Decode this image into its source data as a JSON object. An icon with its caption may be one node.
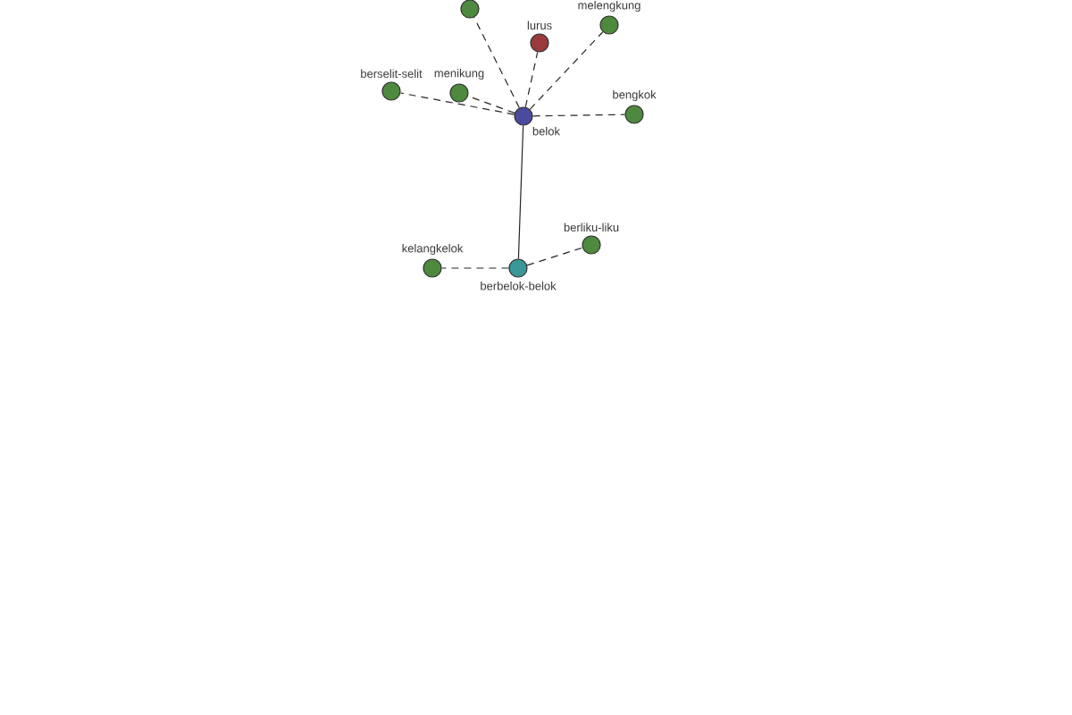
{
  "diagram": {
    "nodes": [
      {
        "text": [
          "belok"
        ]
      },
      {
        "text": [
          "lurus"
        ]
      },
      {
        "text": [
          "melengkung"
        ]
      },
      {
        "text": [],
        "shape": "circle"
      },
      {
        "text": [
          "berselit-selit"
        ]
      },
      {
        "text": [
          "menikung"
        ]
      },
      {
        "text": [
          "bengkok"
        ]
      },
      {
        "text": [
          "berbelok-belok"
        ]
      },
      {
        "text": [
          "kelangkelok"
        ]
      },
      {
        "text": [
          "berliku-liku"
        ]
      }
    ],
    "edges": [
      {
        "from": 0,
        "to": 1,
        "arrow": "none",
        "style": "dashed"
      },
      {
        "from": 0,
        "to": 2,
        "arrow": "none",
        "style": "dashed"
      },
      {
        "from": 0,
        "to": 3,
        "arrow": "none",
        "style": "dashed"
      },
      {
        "from": 0,
        "to": 4,
        "arrow": "none",
        "style": "dashed"
      },
      {
        "from": 0,
        "to": 5,
        "arrow": "none",
        "style": "dashed"
      },
      {
        "from": 0,
        "to": 6,
        "arrow": "none",
        "style": "dashed"
      },
      {
        "from": 0,
        "to": 7,
        "arrow": "none"
      },
      {
        "from": 7,
        "to": 8,
        "arrow": "none",
        "style": "dashed"
      },
      {
        "from": 7,
        "to": 9,
        "arrow": "none",
        "style": "dashed"
      }
    ]
  }
}
